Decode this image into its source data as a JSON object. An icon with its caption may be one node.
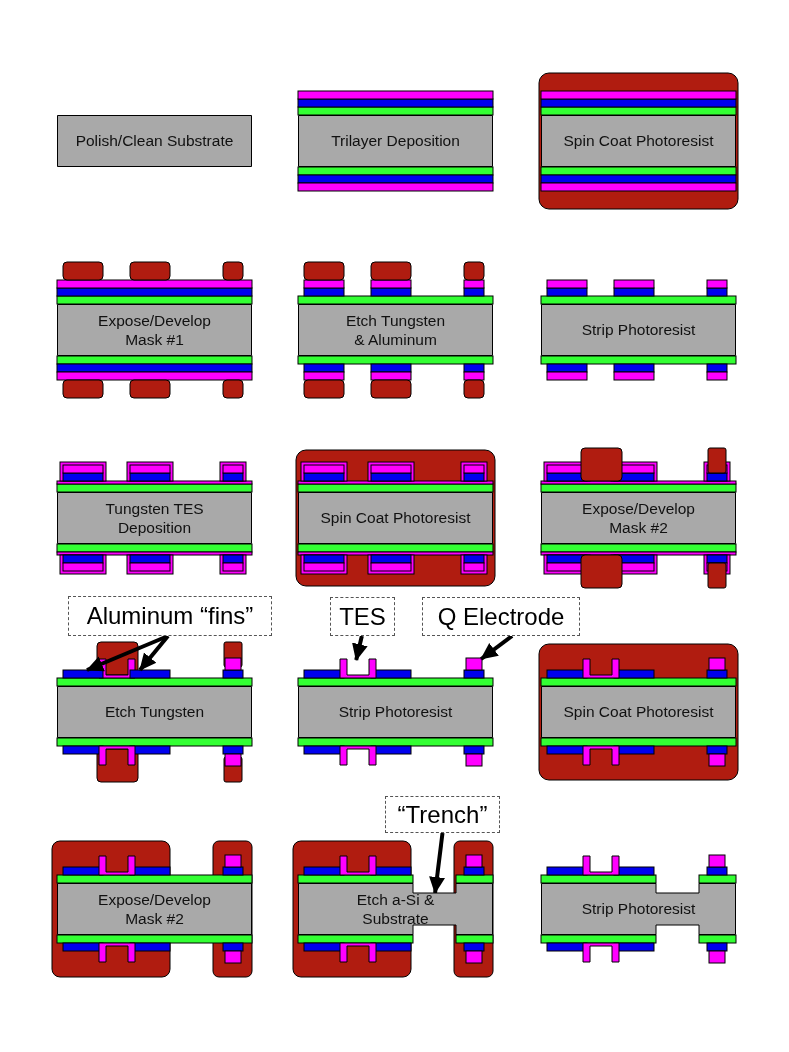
{
  "diagram": {
    "nodes": [
      {
        "text": [
          "Polish/Clean Substrate"
        ]
      },
      {
        "text": [
          "Trilayer Deposition"
        ]
      },
      {
        "text": [
          "Spin Coat Photoresist"
        ]
      },
      {
        "text": [
          "Expose/Develop Mask #1"
        ]
      },
      {
        "text": [
          "Etch Tungsten & Aluminum"
        ]
      },
      {
        "text": [
          "Strip Photoresist"
        ]
      },
      {
        "text": [
          "Tungsten TES Deposition"
        ]
      },
      {
        "text": [
          "Spin Coat Photoresist"
        ]
      },
      {
        "text": [
          "Expose/Develop Mask #2"
        ]
      },
      {
        "text": [
          "Aluminum “fins”"
        ]
      },
      {
        "text": [
          "TES"
        ]
      },
      {
        "text": [
          "Q Electrode"
        ]
      },
      {
        "text": [
          "Etch Tungsten"
        ]
      },
      {
        "text": [
          "Strip Photoresist"
        ]
      },
      {
        "text": [
          "Spin Coat Photoresist"
        ]
      },
      {
        "text": [],
        "shape": "bar"
      },
      {
        "text": [],
        "shape": "bar"
      },
      {
        "text": [],
        "shape": "bar"
      },
      {
        "text": [],
        "shape": "bar"
      },
      {
        "text": [
          "“Trench”"
        ]
      },
      {
        "text": [
          "Expose/Develop Mask #2"
        ]
      },
      {
        "text": [
          "Etch a-Si & Substrate"
        ]
      },
      {
        "text": [
          "Strip Photoresist"
        ]
      }
    ],
    "edges": [
      {
        "from": 9,
        "to": 15,
        "arrow": "to"
      },
      {
        "from": 9,
        "to": 16,
        "arrow": "to"
      },
      {
        "from": 10,
        "to": 17,
        "arrow": "to"
      },
      {
        "from": 11,
        "to": 18,
        "arrow": "to"
      },
      {
        "from": 19,
        "to": 21,
        "arrow": "to"
      }
    ]
  }
}
